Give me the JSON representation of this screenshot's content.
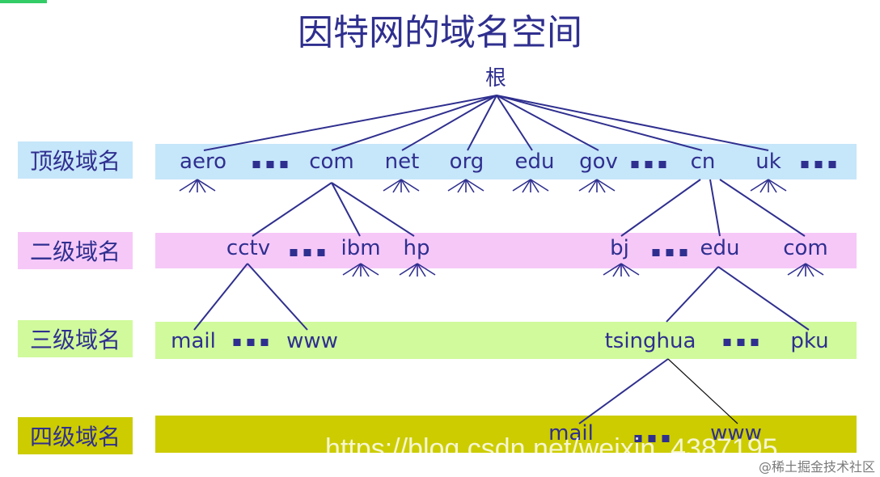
{
  "title": "因特网的域名空间",
  "root": "根",
  "levels": [
    "顶级域名",
    "二级域名",
    "三级域名",
    "四级域名"
  ],
  "level_colors": [
    "#c6e6fa",
    "#f6c8f8",
    "#d0fa9c",
    "#cccc00"
  ],
  "top_level": {
    "aero": "aero",
    "com": "com",
    "net": "net",
    "org": "org",
    "edu": "edu",
    "gov": "gov",
    "cn": "cn",
    "uk": "uk"
  },
  "second_level": {
    "cctv": "cctv",
    "ibm": "ibm",
    "hp": "hp",
    "bj": "bj",
    "edu": "edu",
    "com": "com"
  },
  "third_level": {
    "mail": "mail",
    "www": "www",
    "tsinghua": "tsinghua",
    "pku": "pku"
  },
  "fourth_level": {
    "mail": "mail",
    "www": "www"
  },
  "watermark": "https://blog.csdn.net/weixin_4387195",
  "watermark2": "@稀土掘金技术社区"
}
